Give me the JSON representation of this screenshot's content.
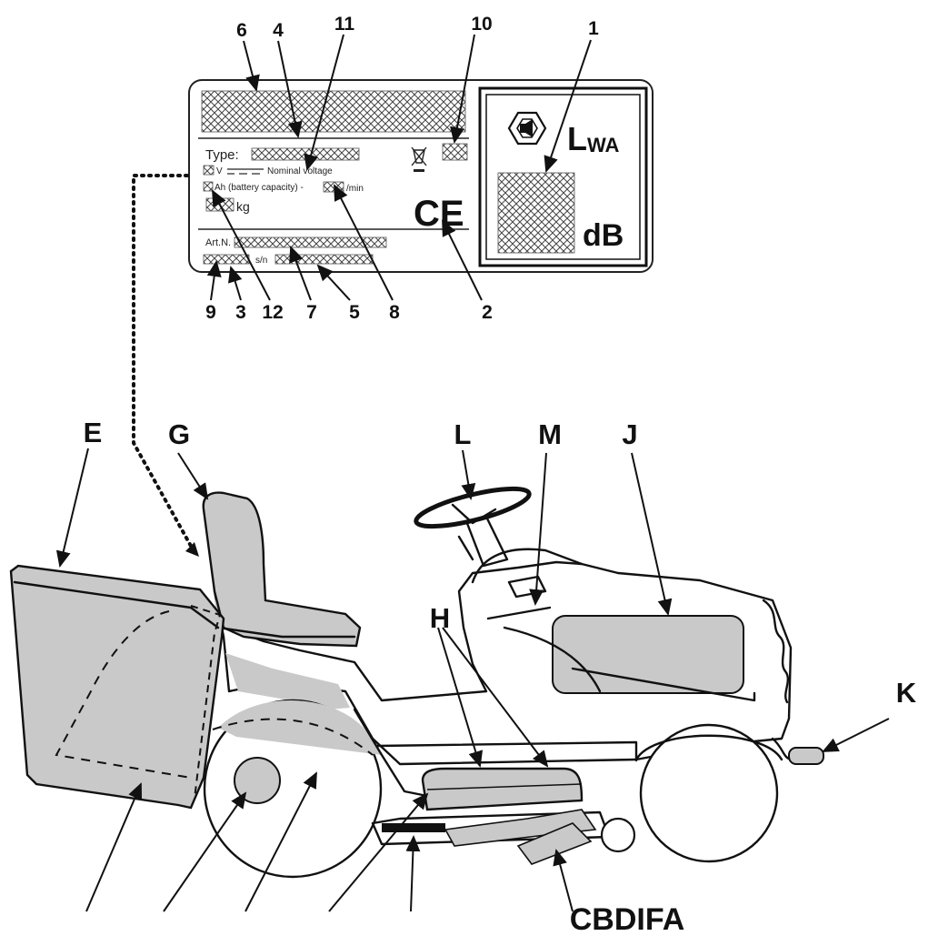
{
  "plate": {
    "type_label": "Type:",
    "volt_unit": "V",
    "nominal_voltage": "Nominal voltage",
    "battery_capacity": "Ah (battery capacity) -",
    "per_min": "/min",
    "kg": "kg",
    "art_n": "Art.N.",
    "sn": "s/n",
    "lwa_main": "L",
    "lwa_sub": "WA",
    "db": "dB",
    "ce": "CE"
  },
  "plate_callouts": {
    "c6": "6",
    "c4": "4",
    "c11": "11",
    "c10": "10",
    "c1": "1",
    "c9": "9",
    "c3": "3",
    "c12": "12",
    "c7": "7",
    "c5": "5",
    "c8": "8",
    "c2": "2"
  },
  "machine_callouts": {
    "E": "E",
    "G": "G",
    "L": "L",
    "M": "M",
    "J": "J",
    "H": "H",
    "K": "K",
    "bottom": "CBDIFA"
  },
  "colors": {
    "ink": "#111111",
    "grey_fill": "#c9c9c9",
    "plate_border": "#222222"
  }
}
